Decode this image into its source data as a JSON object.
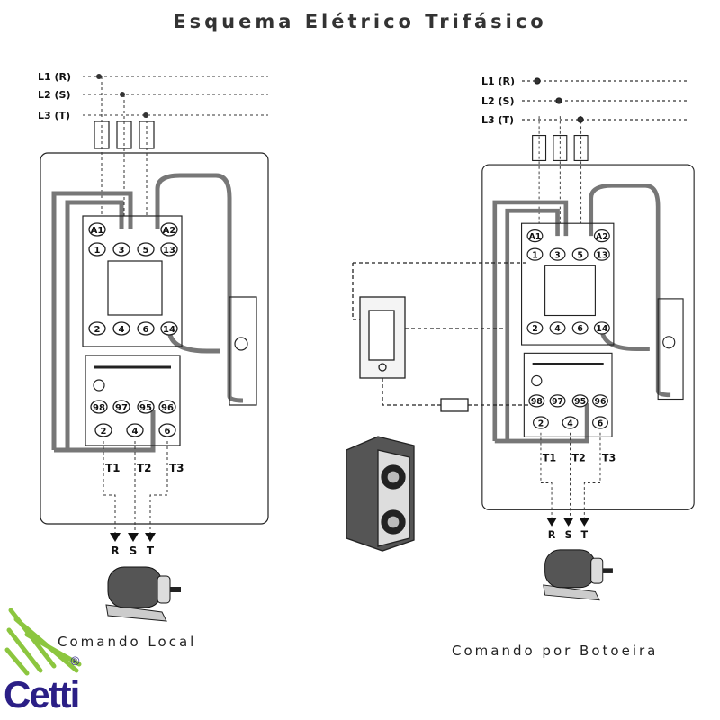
{
  "title": "Esquema Elétrico Trifásico",
  "panels": [
    {
      "caption": "Comando Local",
      "lines": [
        "L1 (R)",
        "L2 (S)",
        "L3 (T)"
      ],
      "coil": [
        "A1",
        "A2"
      ],
      "top_terminals": [
        "1",
        "3",
        "5",
        "13"
      ],
      "bottom_terminals": [
        "2",
        "4",
        "6",
        "14"
      ],
      "relay_aux": [
        "98",
        "97",
        "95",
        "96"
      ],
      "relay_out": [
        "2",
        "4",
        "6"
      ],
      "outputs": [
        "T1",
        "T2",
        "T3"
      ],
      "motor_phases": [
        "R",
        "S",
        "T"
      ]
    },
    {
      "caption": "Comando por Botoeira",
      "lines": [
        "L1 (R)",
        "L2 (S)",
        "L3 (T)"
      ],
      "coil": [
        "A1",
        "A2"
      ],
      "top_terminals": [
        "1",
        "3",
        "5",
        "13"
      ],
      "bottom_terminals": [
        "2",
        "4",
        "6",
        "14"
      ],
      "relay_aux": [
        "98",
        "97",
        "95",
        "96"
      ],
      "relay_out": [
        "2",
        "4",
        "6"
      ],
      "outputs": [
        "T1",
        "T2",
        "T3"
      ],
      "motor_phases": [
        "R",
        "S",
        "T"
      ]
    }
  ],
  "logo": {
    "text": "Cetti",
    "mark": "®",
    "colors": {
      "text": "#2b1f86",
      "swoosh": "#8cc63f"
    }
  }
}
